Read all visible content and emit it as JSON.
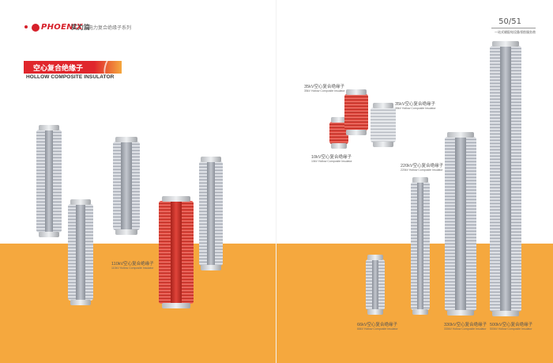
{
  "header": {
    "logo_text": "PHOENIX",
    "section": "实力篇",
    "subtitle": "电力复合绝缘子系列",
    "page_numbers": "50/51",
    "page_tagline": "一站式输配电设备领航服务商"
  },
  "section_title": {
    "zh": "空心复合绝缘子",
    "en": "HOLLOW COMPOSITE INSULATOR"
  },
  "captions": [
    {
      "cn": "35kV空心复合绝缘子",
      "en": "35kV Hollow Composite Insulator"
    },
    {
      "cn": "35kV空心复合绝缘子",
      "en": "35kV Hollow Composite Insulator"
    },
    {
      "cn": "10kV空心复合绝缘子",
      "en": "10kV Hollow Composite Insulator"
    },
    {
      "cn": "220kV空心复合绝缘子",
      "en": "220kV Hollow Composite Insulator"
    },
    {
      "cn": "110kV空心复合绝缘子",
      "en": "110kV Hollow Composite Insulator"
    },
    {
      "cn": "66kV空心复合绝缘子",
      "en": "66kV Hollow Composite Insulator"
    },
    {
      "cn": "330kV空心复合绝缘子",
      "en": "330kV Hollow Composite Insulator"
    },
    {
      "cn": "500kV空心复合绝缘子",
      "en": "500kV Hollow Composite Insulator"
    }
  ],
  "colors": {
    "accent_red": "#e0262c",
    "band_orange": "#f5a83e",
    "insulator_grey": "#c7cbd2",
    "insulator_red": "#e4453c"
  }
}
